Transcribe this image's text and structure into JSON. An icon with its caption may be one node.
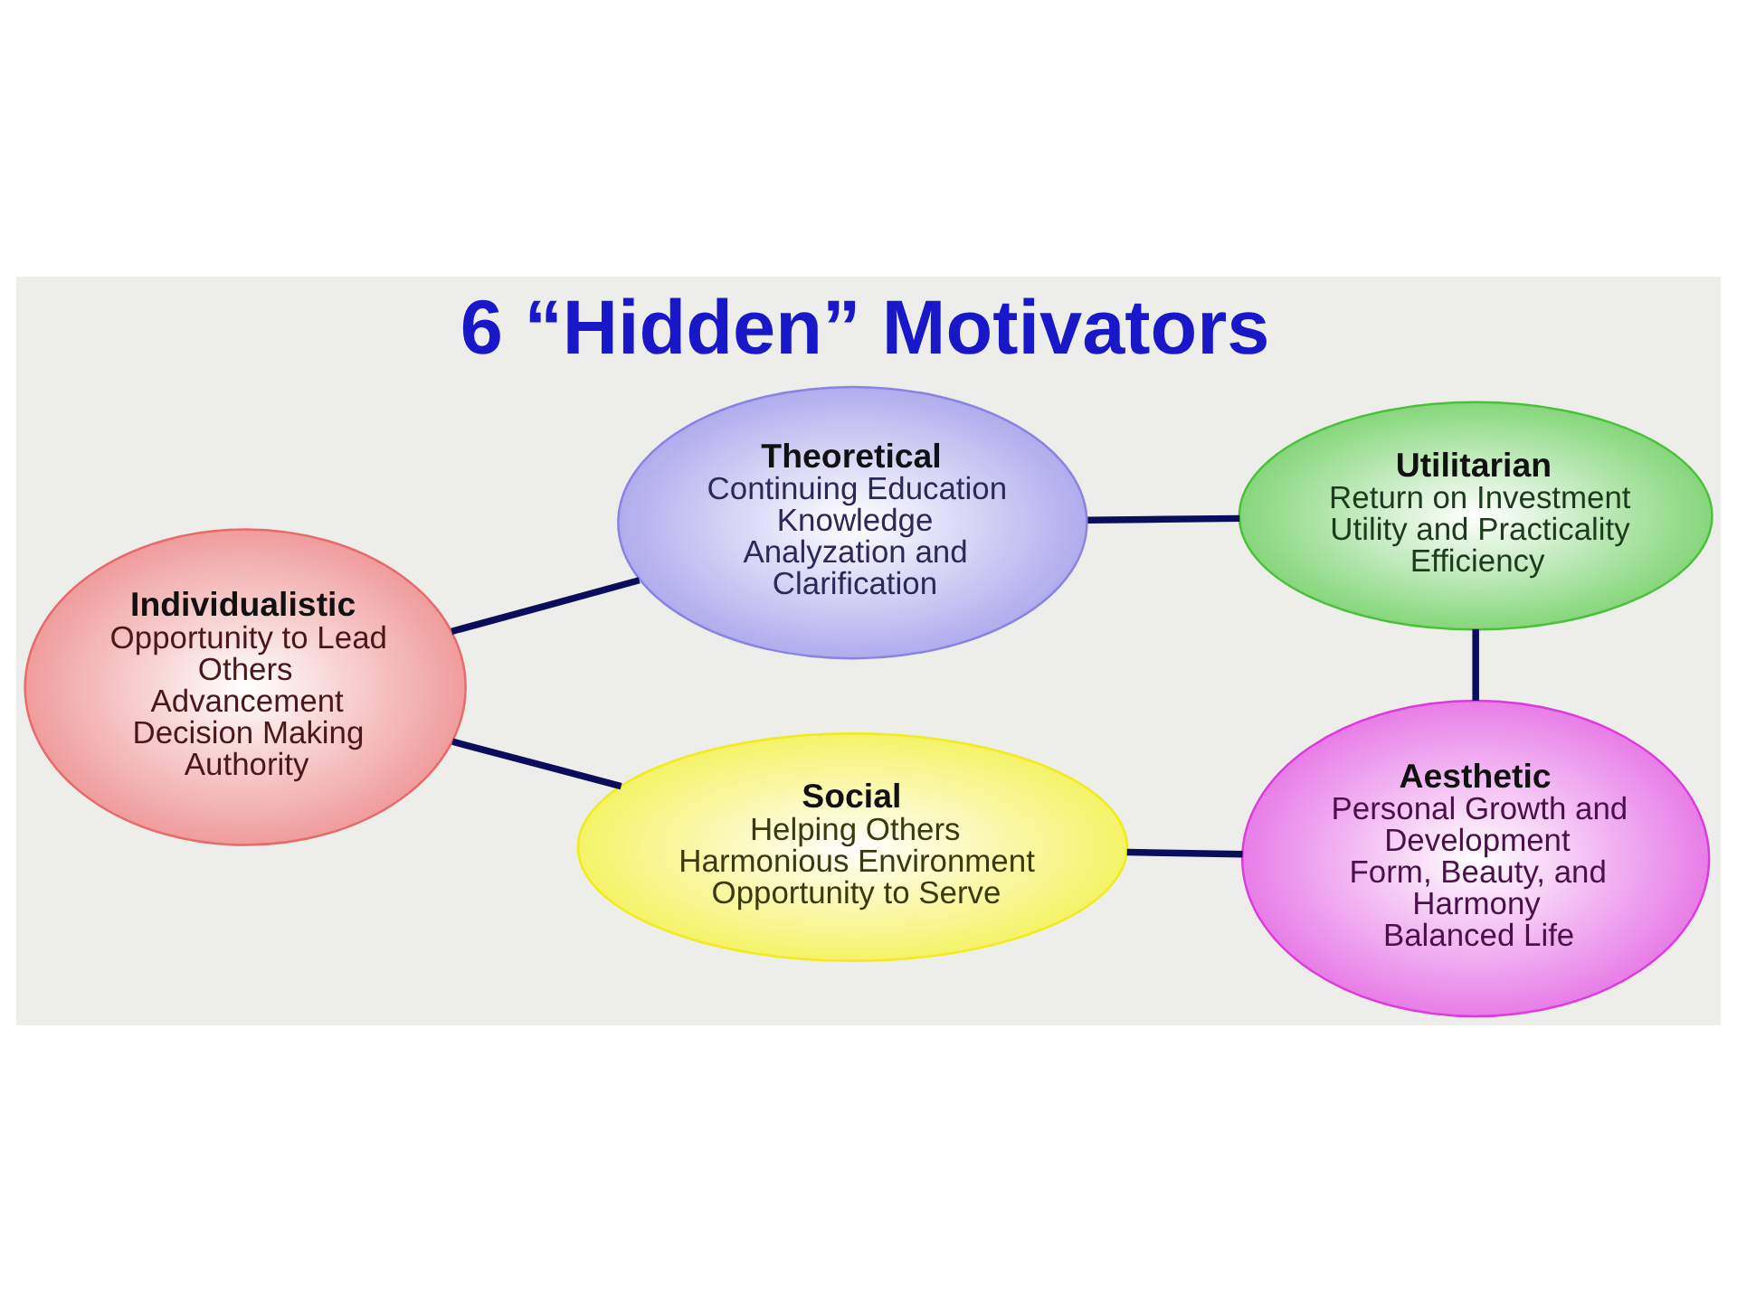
{
  "diagram": {
    "title": "6 “Hidden” Motivators",
    "nodes": [
      {
        "text": [
          "Theoretical",
          "Continuing Education",
          "Knowledge",
          "Analyzation and Clarification"
        ]
      },
      {
        "text": [
          "Utilitarian",
          "Return on Investment",
          "Utility and Practicality",
          "Efficiency"
        ]
      },
      {
        "text": [
          "Aesthetic",
          "Personal Growth and Development",
          "Form, Beauty, and Harmony",
          "Balanced Life"
        ]
      },
      {
        "text": [
          "Social",
          "Helping Others",
          "Harmonious Environment",
          "Opportunity to Serve"
        ]
      },
      {
        "text": [
          "Individualistic",
          "Opportunity to Lead Others",
          "Advancement",
          "Decision Making Authority"
        ]
      }
    ],
    "edges": [
      {
        "from": 0,
        "to": 1,
        "arrow": "none"
      },
      {
        "from": 1,
        "to": 2,
        "arrow": "none"
      },
      {
        "from": 2,
        "to": 3,
        "arrow": "none"
      },
      {
        "from": 3,
        "to": 4,
        "arrow": "none"
      },
      {
        "from": 4,
        "to": 0,
        "arrow": "none"
      }
    ]
  }
}
